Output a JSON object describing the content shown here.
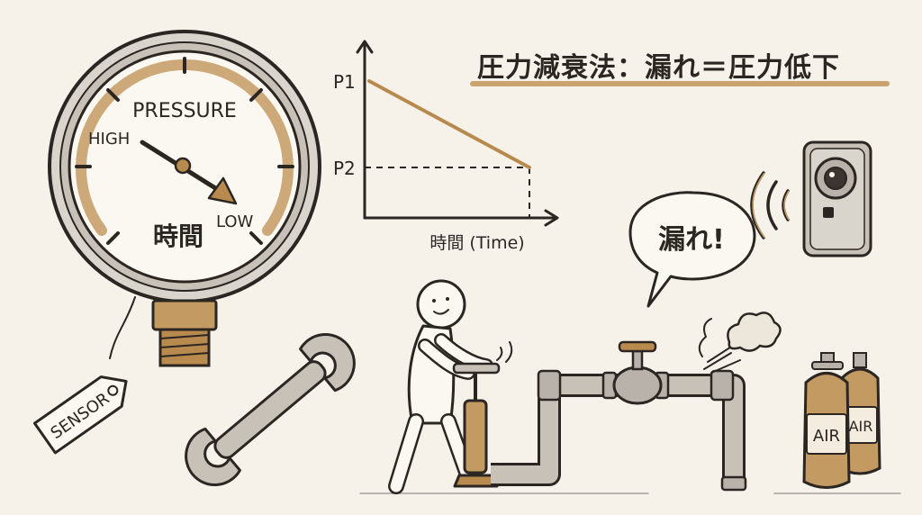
{
  "title": "圧力減衰法：漏れ＝圧力低下",
  "gauge": {
    "label_pressure": "PRESSURE",
    "label_high": "HIGH",
    "label_low": "LOW",
    "label_time": "時間"
  },
  "tag": {
    "label": "SENSOR"
  },
  "chart_data": {
    "type": "line",
    "series": [
      {
        "x": [
          0,
          1
        ],
        "y": [
          "P1",
          "P2"
        ]
      }
    ],
    "y_ticks": [
      "P1",
      "P2"
    ],
    "xlabel": "時間 (Time)",
    "ylabel": "",
    "grid": false
  },
  "speech": {
    "label": "漏れ!"
  },
  "tanks": [
    {
      "label": "AIR"
    },
    {
      "label": "AIR"
    }
  ],
  "colors": {
    "ink": "#2b2622",
    "accent": "#c49a63",
    "metal": "#b8b2aa",
    "brass": "#b98a4e",
    "paper": "#f6f2ea"
  }
}
